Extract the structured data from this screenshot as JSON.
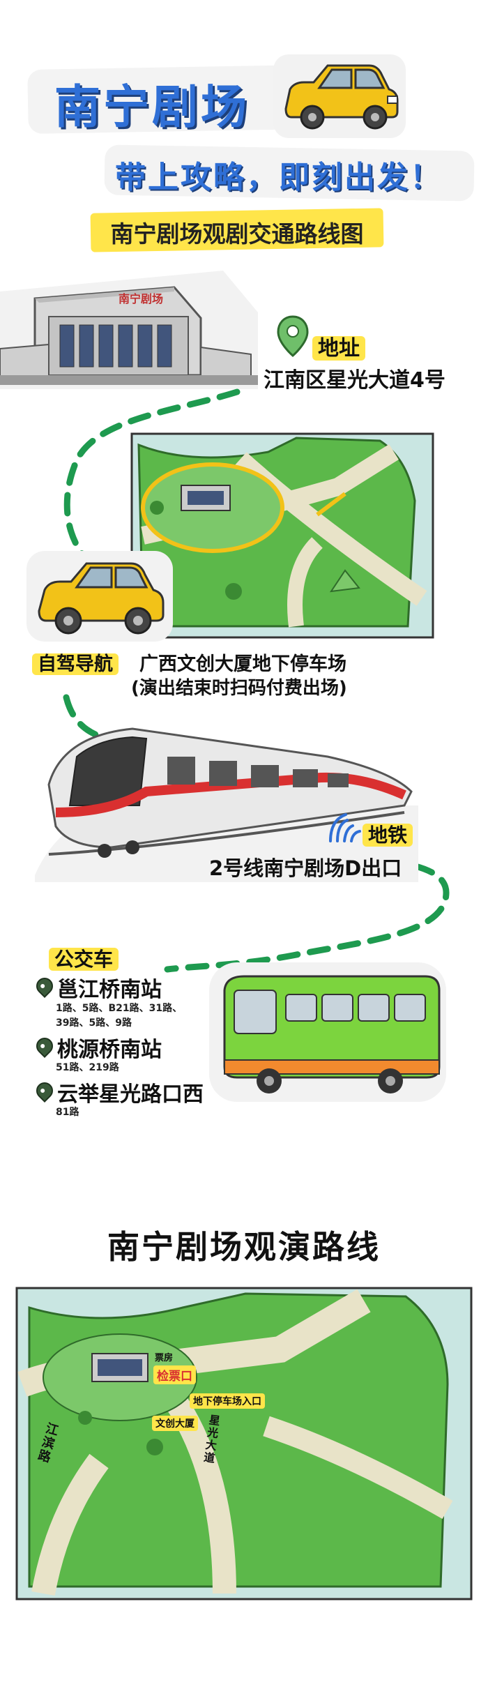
{
  "header": {
    "title": "南宁剧场",
    "subtitle": "带上攻略，即刻出发！",
    "banner": "南宁剧场观剧交通路线图"
  },
  "address": {
    "label": "地址",
    "value": "江南区星光大道4号"
  },
  "building_sign": "南宁剧场",
  "self_drive": {
    "label": "自驾导航",
    "line1": "广西文创大厦地下停车场",
    "line2": "(演出结束时扫码付费出场)"
  },
  "metro": {
    "label": "地铁",
    "value": "2号线南宁剧场D出口"
  },
  "bus": {
    "label": "公交车",
    "stops": [
      {
        "name": "邕江桥南站",
        "lines": "1路、5路、B21路、31路、39路、5路、9路"
      },
      {
        "name": "桃源桥南站",
        "lines": "51路、219路"
      },
      {
        "name": "云举星光路口西",
        "lines": "81路"
      }
    ]
  },
  "route_map": {
    "title": "南宁剧场观演路线",
    "labels": {
      "ticket": "票房",
      "checkin": "检票口",
      "parking": "地下停车场入口",
      "tower": "文创大厦",
      "road1": "星光大道",
      "road2": "江滨路"
    }
  },
  "colors": {
    "title_blue": "#2f6fd6",
    "highlight_yellow": "#ffe54a",
    "route_green": "#1e9a4f",
    "map_green": "#5cb84a",
    "map_water": "#c9e6e2"
  }
}
